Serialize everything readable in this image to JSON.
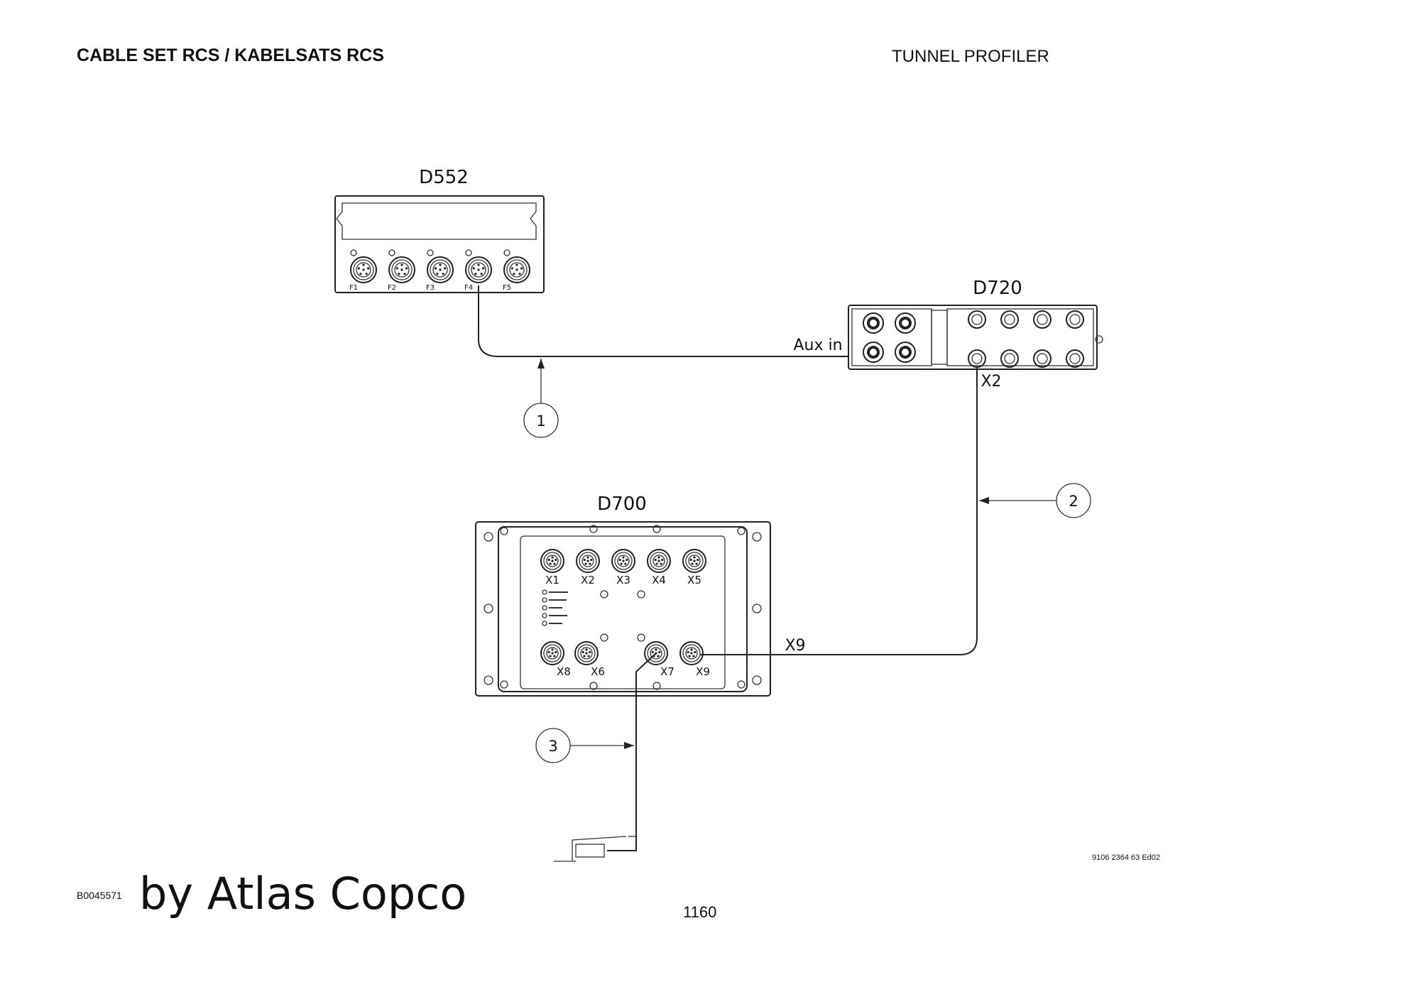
{
  "header": {
    "title": "CABLE SET RCS / KABELSATS RCS",
    "product": "TUNNEL PROFILER"
  },
  "footer": {
    "image_code": "B0045571",
    "brand": "by Atlas Copco",
    "page_number": "1160",
    "doc_number": "9106 2364 63 Ed02"
  },
  "devices": {
    "d552": {
      "name": "D552",
      "ports": [
        "F1",
        "F2",
        "F3",
        "F4",
        "F5"
      ]
    },
    "d720": {
      "name": "D720",
      "aux_label": "Aux in",
      "port_label": "X2"
    },
    "d700": {
      "name": "D700",
      "top_ports": [
        "X1",
        "X2",
        "X3",
        "X4",
        "X5"
      ],
      "bottom_ports": [
        "X8",
        "X6",
        "X7",
        "X9"
      ],
      "cable_label": "X9"
    }
  },
  "callouts": [
    "1",
    "2",
    "3"
  ]
}
